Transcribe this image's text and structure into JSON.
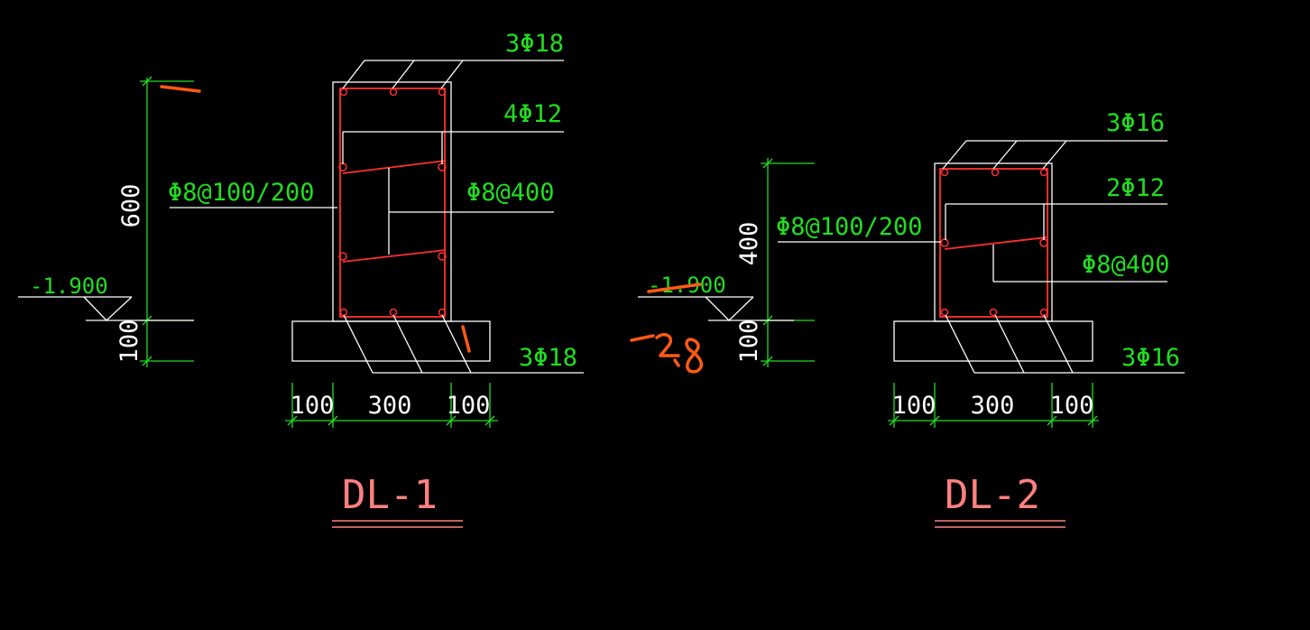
{
  "dl1": {
    "title": "DL-1",
    "top_bars": "3Φ18",
    "side_bars": "4Φ12",
    "stirrup": "Φ8@100/200",
    "tie": "Φ8@400",
    "bottom_bars": "3Φ18",
    "elevation": "-1.900",
    "height_dim": "600",
    "pad_dim": "100",
    "width_dims": [
      "100",
      "300",
      "100"
    ]
  },
  "dl2": {
    "title": "DL-2",
    "top_bars": "3Φ16",
    "side_bars": "2Φ12",
    "stirrup": "Φ8@100/200",
    "tie": "Φ8@400",
    "bottom_bars": "3Φ16",
    "elevation": "-1.900",
    "height_dim": "400",
    "pad_dim": "100",
    "width_dims": [
      "100",
      "300",
      "100"
    ]
  },
  "colors": {
    "background": "#000000",
    "linework": "#ffffff",
    "annotation": "#22dd22",
    "rebar": "#ff3030",
    "title": "#ff8080",
    "markup": "#ff5a14"
  }
}
